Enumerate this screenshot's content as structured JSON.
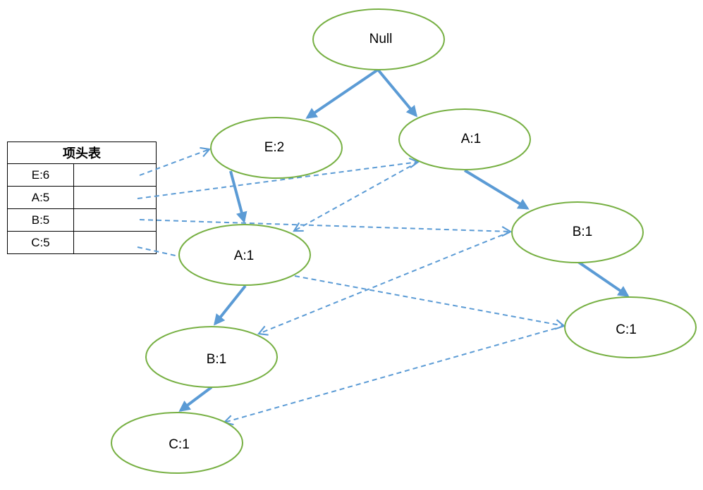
{
  "header_table": {
    "title": "项头表",
    "rows": [
      {
        "item": "E:6"
      },
      {
        "item": "A:5"
      },
      {
        "item": "B:5"
      },
      {
        "item": "C:5"
      }
    ]
  },
  "nodes": {
    "root": "Null",
    "e2": "E:2",
    "a1_right": "A:1",
    "a1_left": "A:1",
    "b1_right": "B:1",
    "c1_right": "C:1",
    "b1_left": "B:1",
    "c1_left": "C:1"
  },
  "colors": {
    "node_outline": "#77b043",
    "edge": "#5b9bd5"
  }
}
